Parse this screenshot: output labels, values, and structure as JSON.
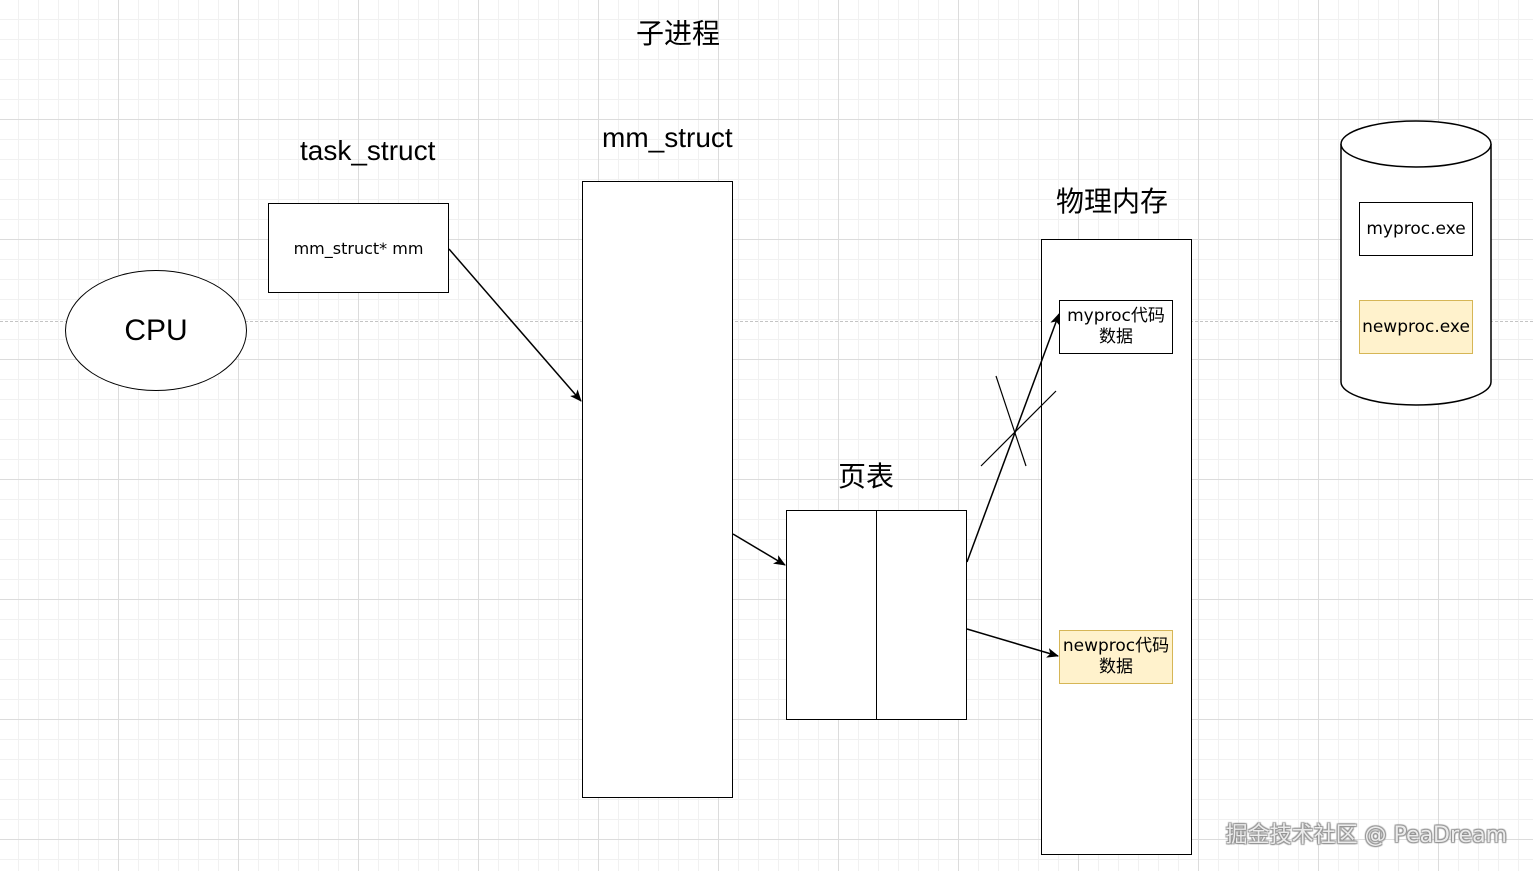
{
  "diagram": {
    "title": "子进程",
    "task_struct": {
      "label": "task_struct",
      "field": "mm_struct* mm"
    },
    "mm_struct": {
      "label": "mm_struct"
    },
    "cpu": {
      "label": "CPU"
    },
    "page_table": {
      "label": "页表"
    },
    "physical_memory": {
      "label": "物理内存",
      "blocks": [
        {
          "line1": "myproc代码",
          "line2": "数据"
        },
        {
          "line1": "newproc代码",
          "line2": "数据"
        }
      ]
    },
    "disk": {
      "files": [
        "myproc.exe",
        "newproc.exe"
      ]
    },
    "watermark": "掘金技术社区 @ PeaDream"
  },
  "colors": {
    "highlight_fill": "#fff2cc",
    "highlight_border": "#d6b656",
    "line": "#000000"
  }
}
